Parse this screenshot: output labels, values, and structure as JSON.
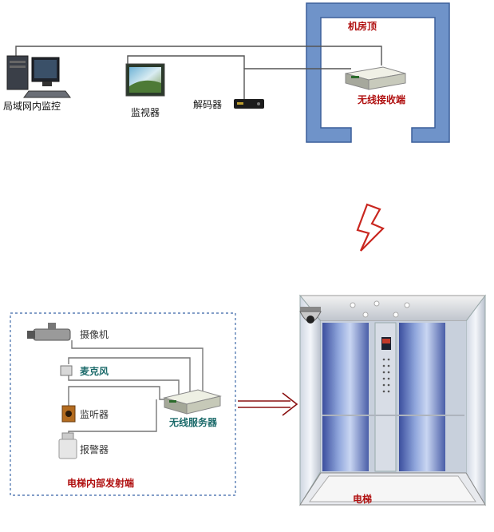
{
  "top": {
    "room_label": "机房顶",
    "receiver_label": "无线接收端",
    "decoder_label": "解码器",
    "monitor_label": "监视器",
    "lan_label": "局域网内监控"
  },
  "bottom": {
    "camera_label": "摄像机",
    "mic_label": "麦克风",
    "listener_label": "监听器",
    "alarm_label": "报警器",
    "server_label": "无线服务器",
    "transmitter_label": "电梯内部发射端",
    "elevator_label": "电梯"
  },
  "colors": {
    "room_wall": "#6f93c9",
    "room_wall_stroke": "#3c5f9a",
    "lightning": "#c9261f",
    "arrow": "#8a1010",
    "dashed_border": "#5a7fb5",
    "label_red": "#b01010",
    "label_teal": "#1b6a6a"
  }
}
